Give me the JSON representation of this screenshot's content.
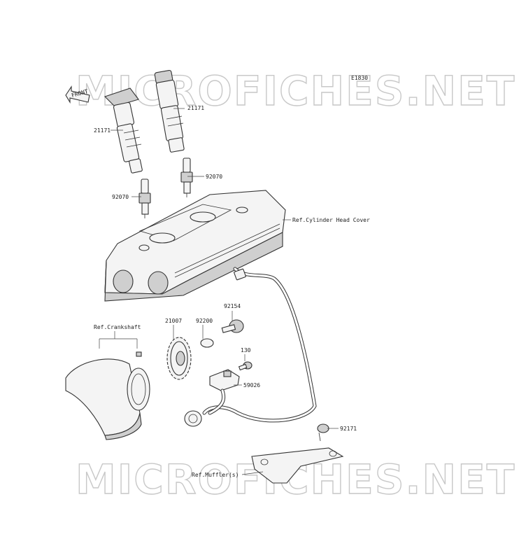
{
  "diagram_code": "E1830",
  "watermark": "MICROFICHES.NET",
  "front_arrow": "FRONT",
  "labels": {
    "coil_left": "21171",
    "coil_right": "21171",
    "plug_left": "92070",
    "plug_right": "92070",
    "cylinder_head_cover": "Ref.Cylinder Head Cover",
    "crankshaft": "Ref.Crankshaft",
    "rotor": "21007",
    "washer": "92200",
    "bolt": "92154",
    "bolt_small": "130",
    "sensor": "59026",
    "clamp": "92171",
    "muffler": "Ref.Muffler(s)"
  }
}
